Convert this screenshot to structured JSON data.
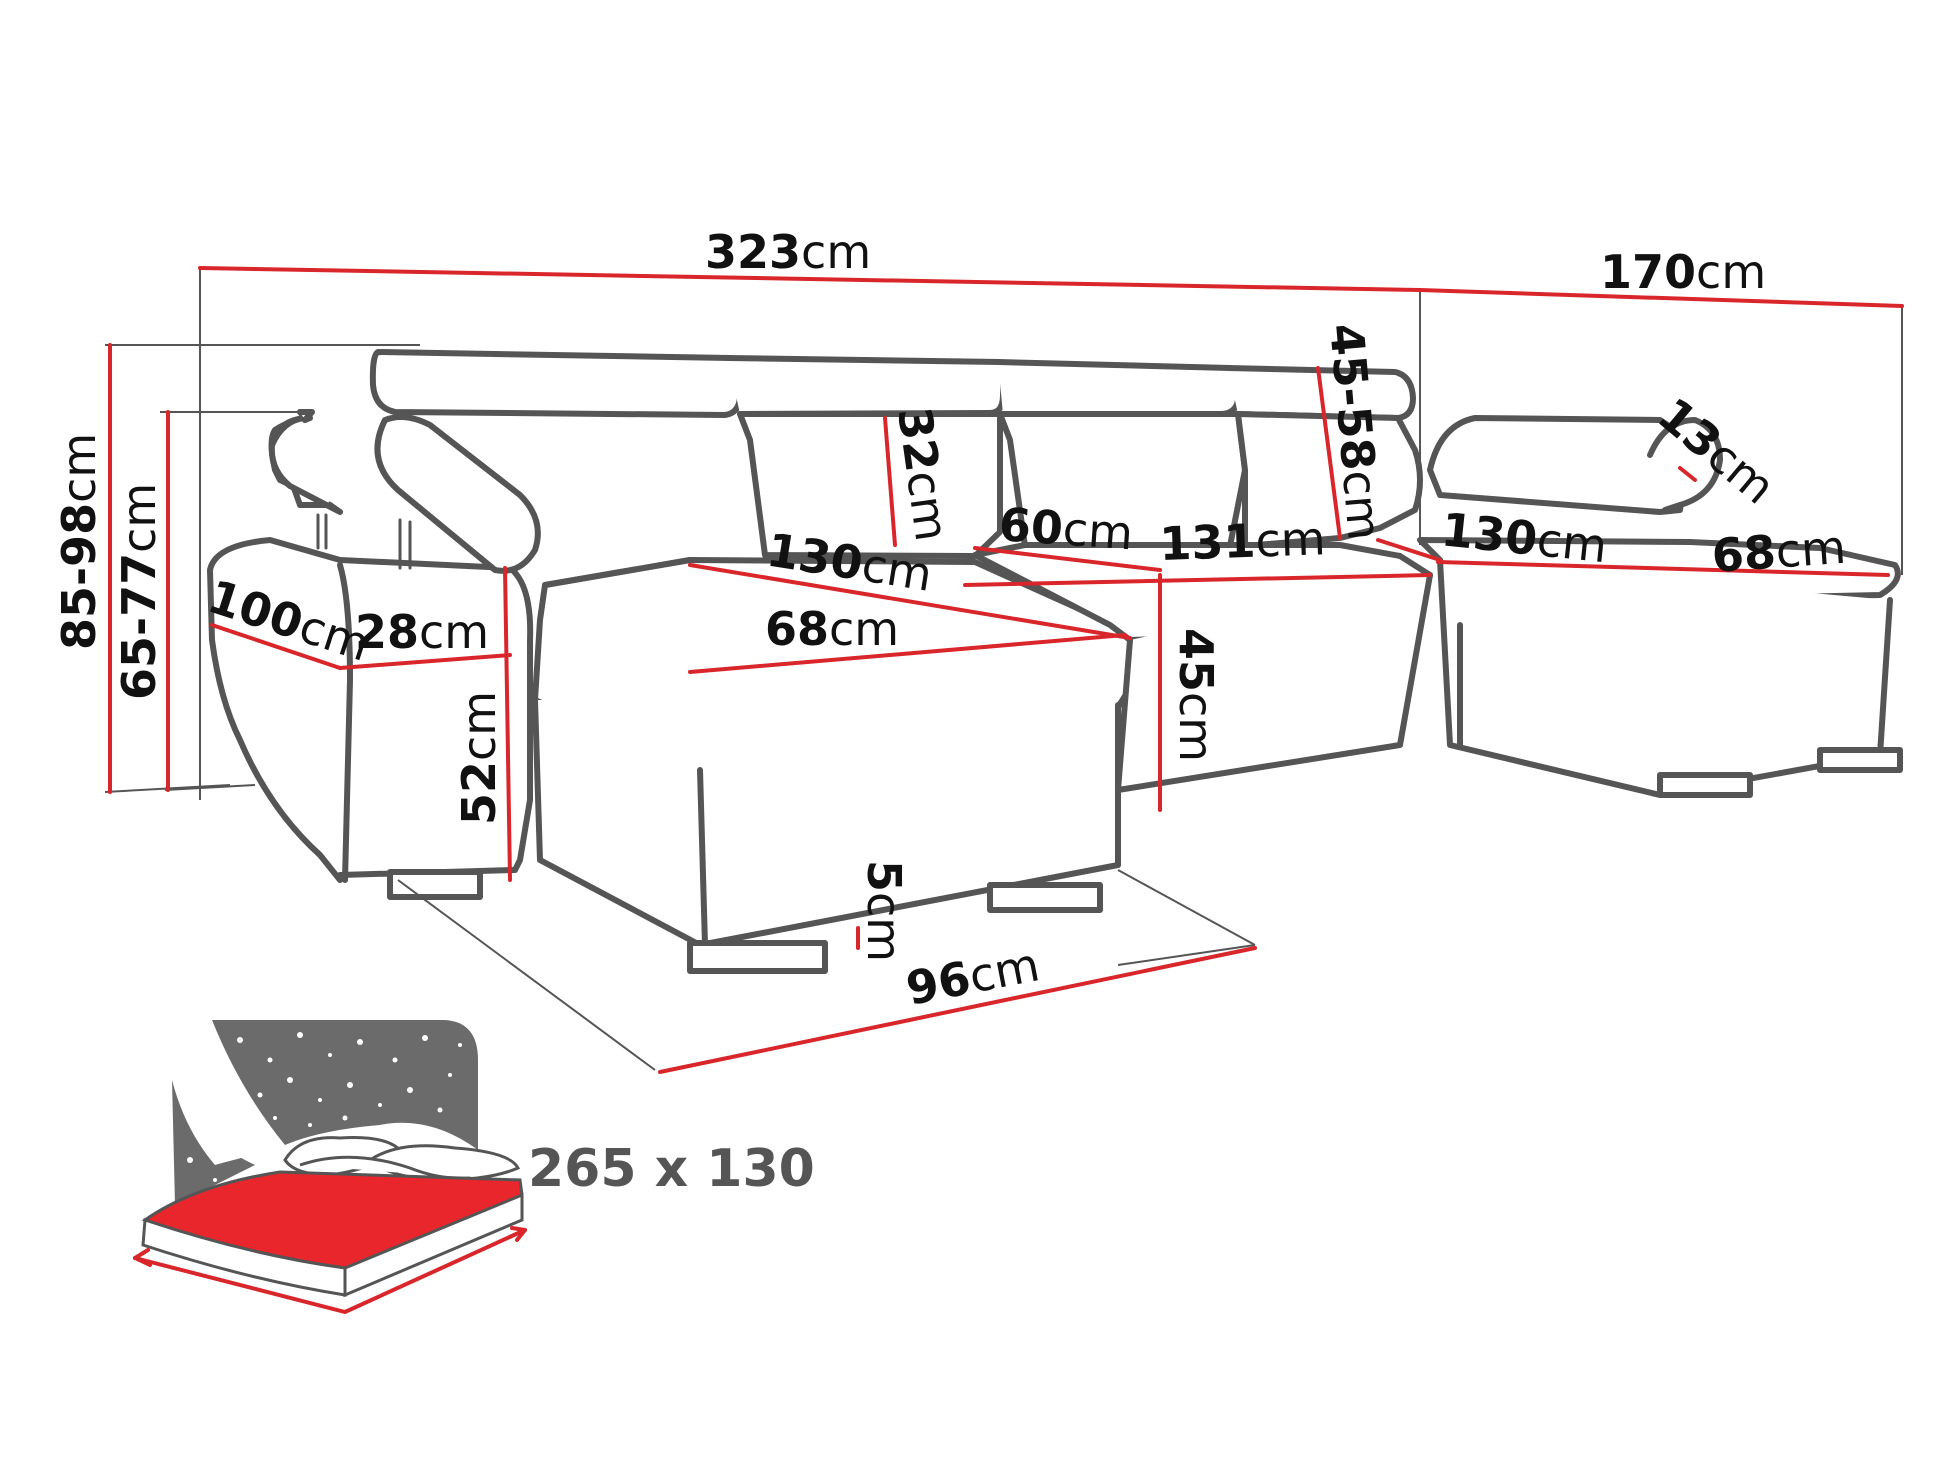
{
  "colors": {
    "outline": "#555555",
    "dimension": "#d9262b",
    "bed_surface": "#e8262b",
    "night_sky": "#6b6b6b"
  },
  "dimensions": {
    "total_width": {
      "value": "323",
      "unit": "cm"
    },
    "right_depth": {
      "value": "170",
      "unit": "cm"
    },
    "height_max": {
      "value": "85-98",
      "unit": "cm"
    },
    "height_back": {
      "value": "65-77",
      "unit": "cm"
    },
    "left_depth": {
      "value": "100",
      "unit": "cm"
    },
    "armrest_width": {
      "value": "28",
      "unit": "cm"
    },
    "seat_height_left": {
      "value": "52",
      "unit": "cm"
    },
    "headrest_height": {
      "value": "32",
      "unit": "cm"
    },
    "left_chaise_len": {
      "value": "130",
      "unit": "cm"
    },
    "left_chaise_w": {
      "value": "68",
      "unit": "cm"
    },
    "seat_depth": {
      "value": "60",
      "unit": "cm"
    },
    "middle_width": {
      "value": "131",
      "unit": "cm"
    },
    "back_range": {
      "value": "45-58",
      "unit": "cm"
    },
    "seat_height": {
      "value": "45",
      "unit": "cm"
    },
    "right_chaise_len": {
      "value": "130",
      "unit": "cm"
    },
    "right_chaise_w": {
      "value": "68",
      "unit": "cm"
    },
    "headrest_thick": {
      "value": "13",
      "unit": "cm"
    },
    "leg_height": {
      "value": "5",
      "unit": "cm"
    },
    "chaise_depth": {
      "value": "96",
      "unit": "cm"
    }
  },
  "bed": {
    "size_label": "265 x 130",
    "icon": "sleeping-function-icon"
  }
}
